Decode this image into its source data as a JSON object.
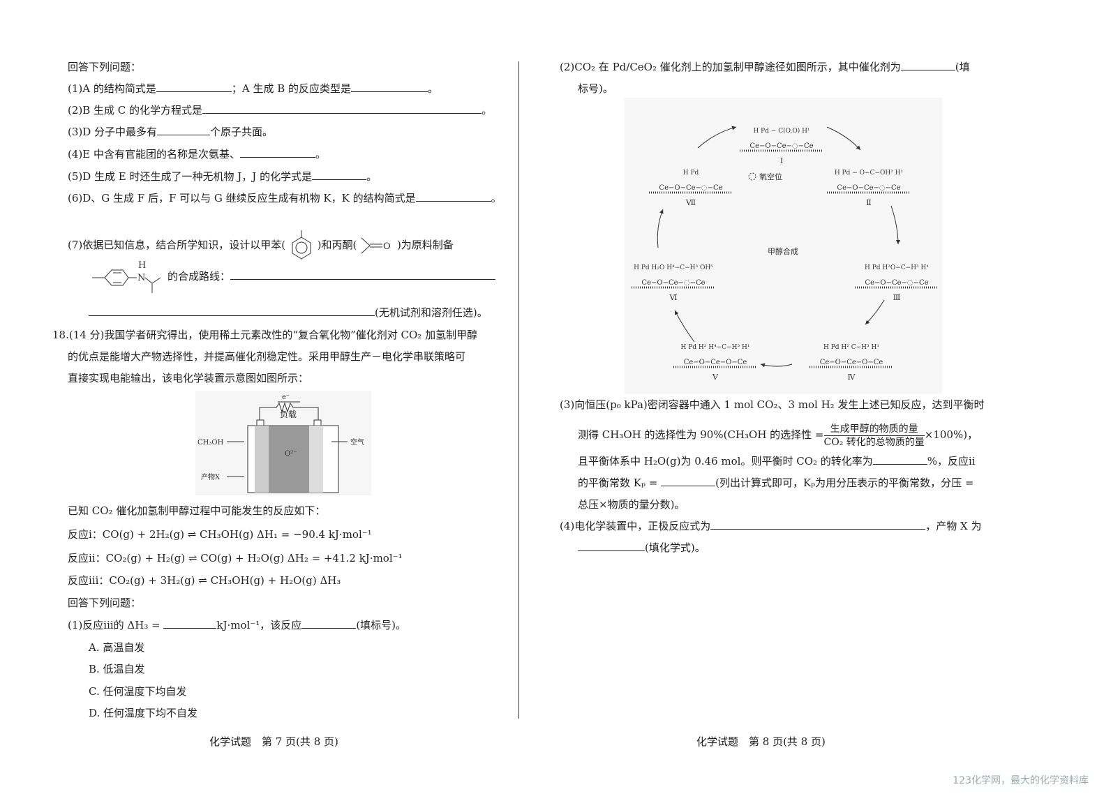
{
  "left": {
    "intro": "回答下列问题：",
    "q1a": "(1)A 的结构简式是",
    "q1b": "；A 生成 B 的反应类型是",
    "q1c": "。",
    "q2a": "(2)B 生成 C 的化学方程式是",
    "q2b": "。",
    "q3a": "(3)D 分子中最多有",
    "q3b": "个原子共面。",
    "q4a": "(4)E 中含有官能团的名称是次氨基、",
    "q4b": "。",
    "q5a": "(5)D 生成 E 时还生成了一种无机物 J，J 的化学式是",
    "q5b": "。",
    "q6a": "(6)D、G 生成 F 后，F 可以与 G 继续反应生成有机物 K，K 的结构简式是",
    "q6b": "。",
    "q7a": "(7)依据已知信息，结合所学知识，设计以甲苯(",
    "q7b": ")和丙酮(",
    "q7c": ")为原料制备",
    "q7d": "的合成路线：",
    "q7e": "(无机试剂和溶剂任选)。",
    "acetone_o": "O",
    "amine_h": "H",
    "amine_n": "N",
    "q18_lines": [
      "18.(14 分)我国学者研究得出，使用稀土元素改性的“复合氧化物”催化剂对 CO₂ 加氢制甲醇",
      "的优点是能增大产物选择性，并提高催化剂稳定性。采用甲醇生产－电化学串联策略可",
      "直接实现电能输出，该电化学装置示意图如图所示："
    ],
    "device": {
      "electron": "e⁻",
      "load": "负载",
      "ch3oh": "CH₃OH",
      "air": "空气",
      "ion": "O²⁻",
      "product": "产物X"
    },
    "known": "已知 CO₂ 催化加氢制甲醇过程中可能发生的反应如下：",
    "reactions": [
      "反应ⅰ：CO(g) + 2H₂(g) ⇌ CH₃OH(g)    ΔH₁ = −90.4 kJ·mol⁻¹",
      "反应ⅱ：CO₂(g) + H₂(g) ⇌ CO(g) + H₂O(g)    ΔH₂ = +41.2 kJ·mol⁻¹",
      "反应ⅲ：CO₂(g) + 3H₂(g) ⇌ CH₃OH(g) + H₂O(g)    ΔH₃"
    ],
    "intro2": "回答下列问题：",
    "p1a": "(1)反应ⅲ的 ΔH₃ =",
    "p1b": "kJ·mol⁻¹，该反应",
    "p1c": "(填标号)。",
    "options": [
      "A. 高温自发",
      "B. 低温自发",
      "C. 任何温度下均自发",
      "D. 任何温度下均不自发"
    ],
    "footer": "化学试题　第 7 页(共 8 页)"
  },
  "right": {
    "p2a": "(2)CO₂ 在 Pd/CeO₂ 催化剂上的加氢制甲醇途径如图所示，其中催化剂为",
    "p2b": "(填",
    "p2c": "标号)。",
    "cycle": {
      "center": "甲醇合成",
      "vacancy": "氧空位",
      "stations": [
        {
          "numeral": "Ⅰ",
          "surface": "Ce−O−Ce−◌−Ce",
          "top": "H  Pd − C(O,O)  H¹"
        },
        {
          "numeral": "Ⅱ",
          "surface": "Ce−O−Ce−◌−Ce",
          "top": "H Pd − O−C−OH²  H¹"
        },
        {
          "numeral": "Ⅲ",
          "surface": "Ce−O−Ce−◌−Ce",
          "top": "H Pd H²O−C−H³ H¹"
        },
        {
          "numeral": "Ⅳ",
          "surface": "Ce−O−Ce−O−Ce",
          "top": "H Pd H² C−H³ H¹"
        },
        {
          "numeral": "Ⅴ",
          "surface": "Ce−O−Ce−O−Ce",
          "top": "H Pd H² H⁴−C−H³ H¹"
        },
        {
          "numeral": "Ⅵ",
          "surface": "Ce−O−Ce−◌−Ce",
          "top": "H Pd H₂O H⁴−C−H³ OH⁵"
        },
        {
          "numeral": "Ⅶ",
          "surface": "Ce−O−Ce−◌−Ce",
          "top": "H Pd"
        }
      ]
    },
    "p3": [
      "(3)向恒压(p₀ kPa)密闭容器中通入 1 mol CO₂、3 mol H₂ 发生上述已知反应，达到平衡时"
    ],
    "p3b": "测得 CH₃OH 的选择性为 90%(CH₃OH 的选择性 =",
    "p3num": "生成甲醇的物质的量",
    "p3den": "CO₂ 转化的总物质的量",
    "p3c": "×100%)，",
    "p3d": "且平衡体系中 H₂O(g)为 0.46 mol。则平衡时 CO₂ 的转化率为",
    "p3e": "%，反应ⅱ",
    "p3f": "的平衡常数 Kₚ =",
    "p3g": "(列出计算式即可，Kₚ为用分压表示的平衡常数，分压 =",
    "p3h": "总压×物质的量分数)。",
    "p4a": "(4)电化学装置中，正极反应式为",
    "p4b": "，产物 X 为",
    "p4c": "(填化学式)。",
    "footer": "化学试题　第 8 页(共 8 页)"
  },
  "watermark": "123化学网，最大的化学资料库"
}
